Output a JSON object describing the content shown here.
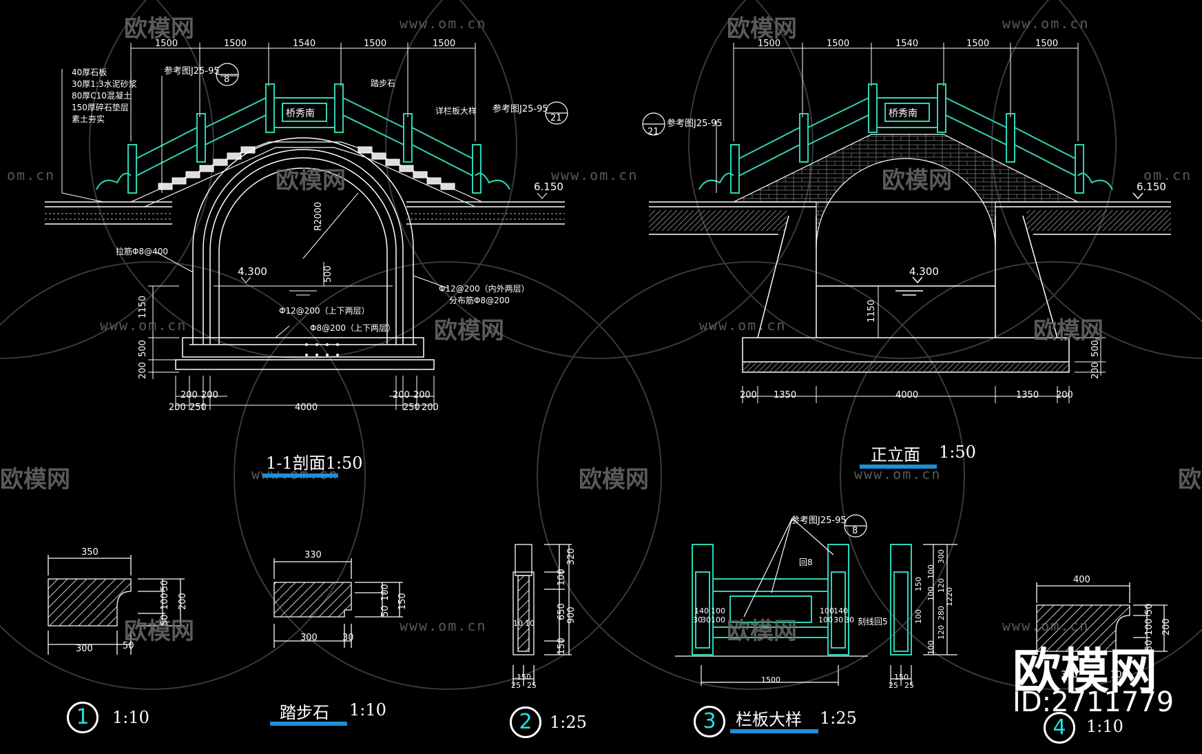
{
  "watermarks": {
    "brand_cn": "欧模网",
    "url": "www.om.cn",
    "url_short": "om.cn",
    "big_brand": "欧模网",
    "id_text": "ID:2711779"
  },
  "section_view": {
    "title": "1-1剖面1:50",
    "top_dims": [
      "1500",
      "1500",
      "1540",
      "1500",
      "1500"
    ],
    "layers": [
      "40厚石板",
      "30厚1:3水泥砂浆",
      "80厚C10混凝土",
      "150厚碎石垫层",
      "素土夯实"
    ],
    "ref_left": "参考图J25-95",
    "ref_left_no": "8",
    "ref_right": "参考图J25-95",
    "ref_right_no": "21",
    "step_label": "踏步石",
    "rail_label": "详栏板大样",
    "sign_text": "桥秀南",
    "level_deck": "6.150",
    "level_water": "4.300",
    "radius": "R2000",
    "arch_dim": "500",
    "rebar_left": "拉筋Φ8@400",
    "rebar_right_1": "Φ12@200（内外两层）",
    "rebar_right_2": "分布筋Φ8@200",
    "rebar_mid_1": "Φ12@200（上下两层）",
    "rebar_mid_2": "Φ8@200（上下两层）",
    "left_vdims": [
      "1150",
      "500",
      "200"
    ],
    "bottom_dims_row1": [
      "200",
      "200",
      "200",
      "200"
    ],
    "bottom_dims_row2": [
      "200",
      "250",
      "4000",
      "250",
      "200"
    ]
  },
  "elevation_view": {
    "title": "正立面",
    "scale": "1:50",
    "top_dims": [
      "1500",
      "1500",
      "1540",
      "1500",
      "1500"
    ],
    "ref": "参考图J25-95",
    "ref_no": "21",
    "sign_text": "桥秀南",
    "level_deck": "6.150",
    "level_water": "4.300",
    "vdim_mid": "1150",
    "right_vdims": [
      "500",
      "200"
    ],
    "bottom_dims": [
      "200",
      "1350",
      "4000",
      "1350",
      "200"
    ]
  },
  "detail_1": {
    "number": "1",
    "scale": "1:10",
    "top": "350",
    "bottom": "300",
    "bottom_right": "50",
    "right": [
      "50",
      "100",
      "50"
    ],
    "right_total": "200"
  },
  "step_stone": {
    "title": "踏步石",
    "scale": "1:10",
    "top": "330",
    "bottom": "300",
    "bottom_right": "30",
    "right": [
      "50",
      "100"
    ],
    "right_total": "150"
  },
  "detail_2": {
    "number": "2",
    "scale": "1:25",
    "right": [
      "320",
      "100",
      "650",
      "150"
    ],
    "right_total": "900",
    "mid": [
      "10",
      "10"
    ],
    "bottom": "150",
    "bottom_parts": [
      "25",
      "25"
    ]
  },
  "detail_3": {
    "title": "栏板大样",
    "number": "3",
    "scale": "1:25",
    "ref": "参考图J25-95",
    "ref_no": "8",
    "label_a": "回8",
    "label_b": "刻线回5",
    "left_dims": [
      "140",
      "30",
      "100"
    ],
    "left_dims2": [
      "30",
      "100"
    ],
    "right_dims": [
      "100",
      "140"
    ],
    "right_dims2": [
      "100",
      "30",
      "30"
    ],
    "bottom": "1500",
    "post_dims": [
      "300",
      "100",
      "150",
      "120",
      "100",
      "280",
      "100",
      "120",
      "100"
    ],
    "post_total": "1220",
    "post_bottom": "150",
    "post_bottom_parts": [
      "25",
      "25"
    ]
  },
  "detail_4": {
    "number": "4",
    "scale": "1:10",
    "top": "400",
    "bottom": "300",
    "bottom_right": "100",
    "right": [
      "50",
      "100",
      "50"
    ],
    "right_total": "200"
  }
}
